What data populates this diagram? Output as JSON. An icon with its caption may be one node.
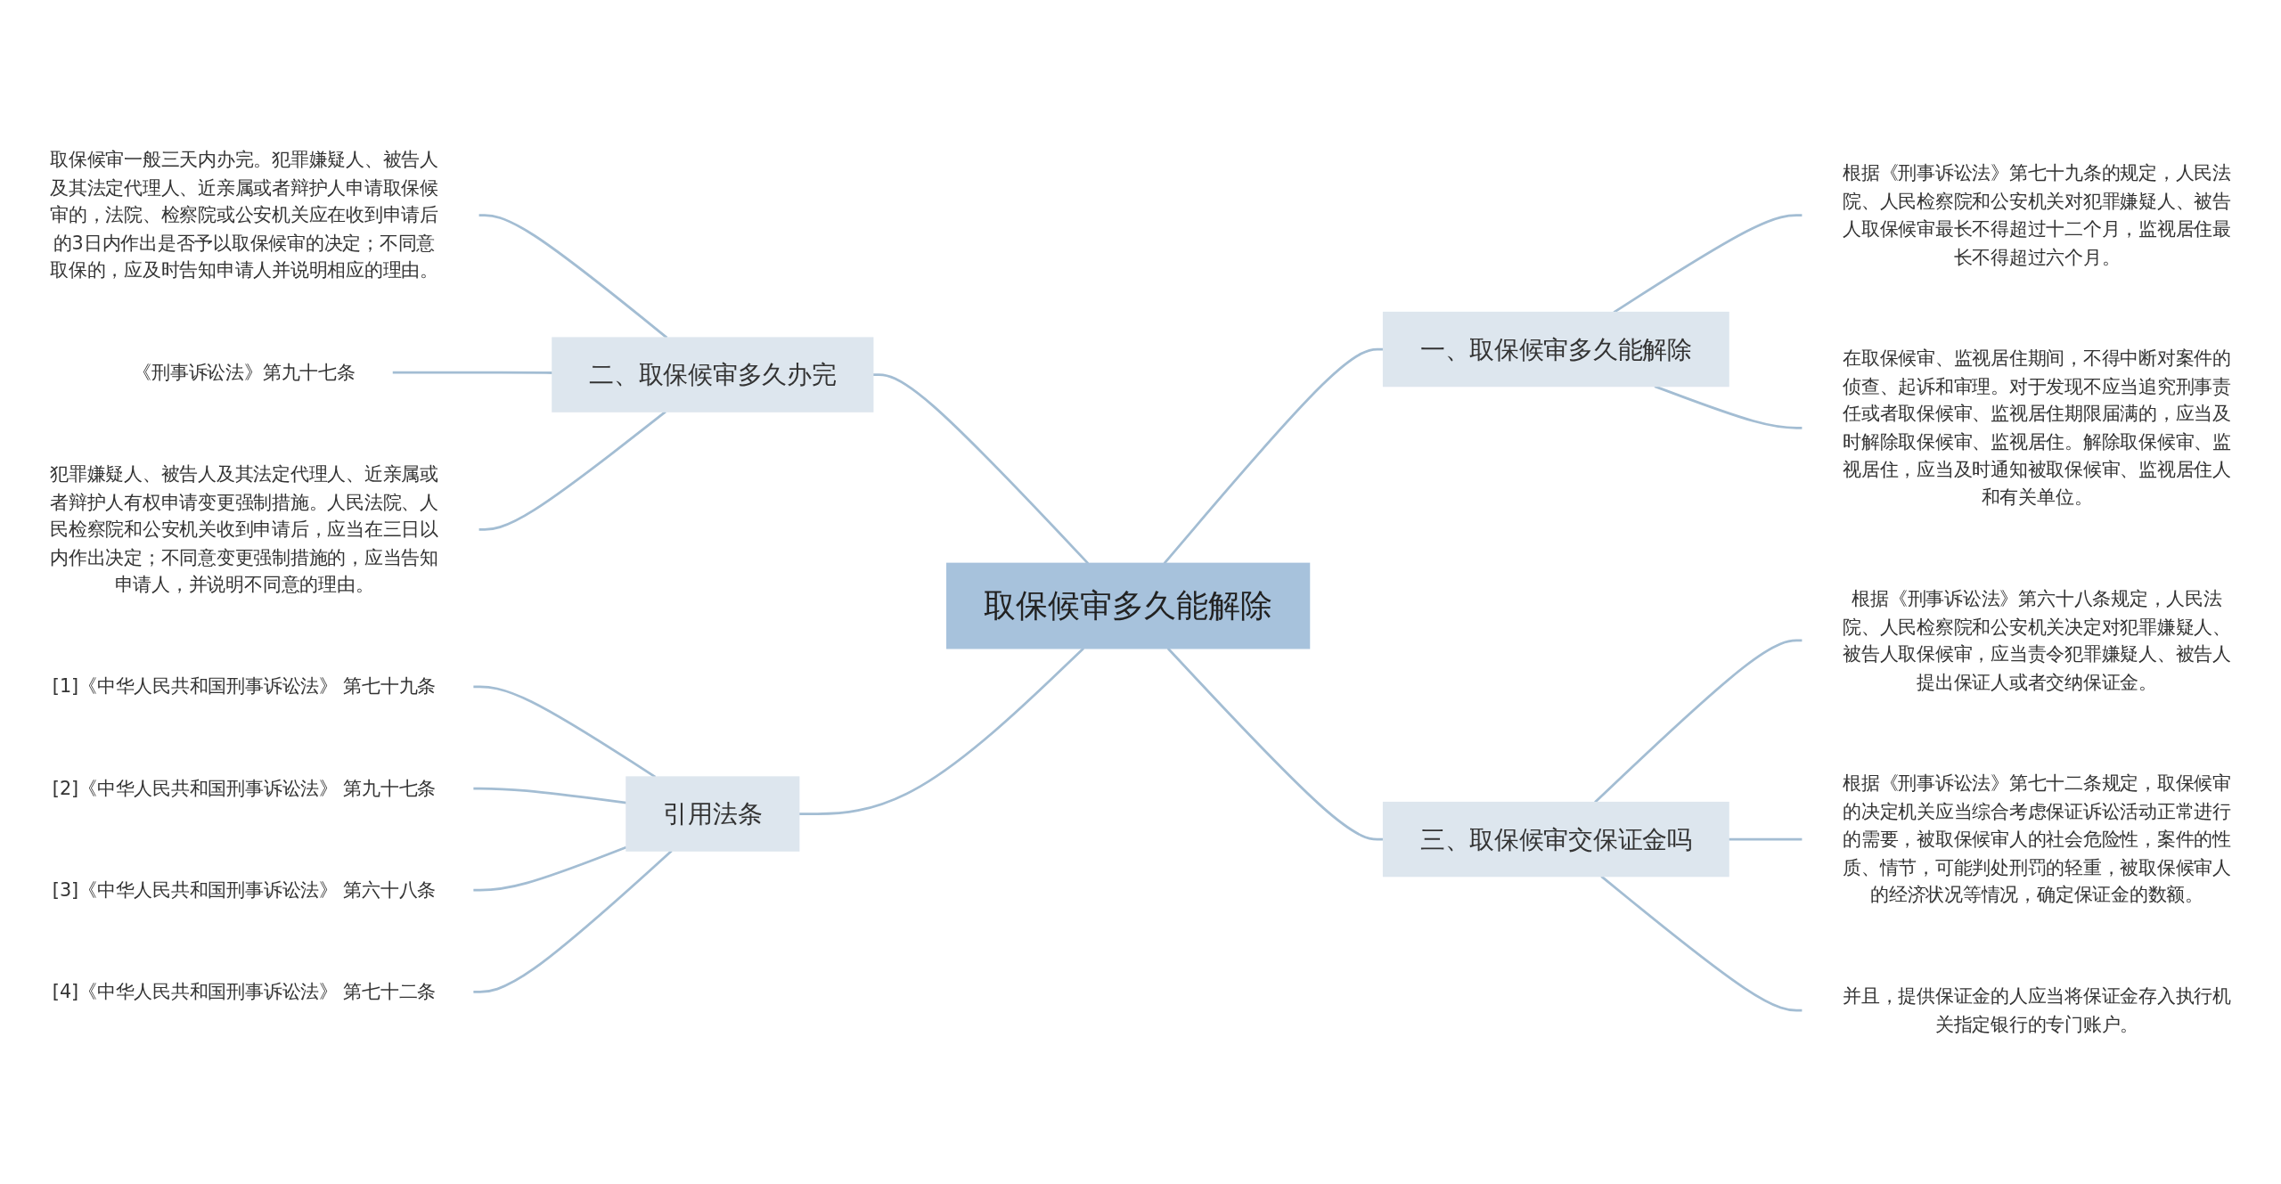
{
  "diagram": {
    "nodes": [
      {
        "text": [
          "取保候审多久能解除"
        ]
      },
      {
        "text": [
          "一、取保候审多久能解除"
        ]
      },
      {
        "text": [
          "根据《刑事诉讼法》第七十九条的规定，人民法院、人民检察院和公安机关对犯罪嫌疑人、被告人取保候审最长不得超过十二个月，监视居住最长不得超过六个月。"
        ]
      },
      {
        "text": [
          "在取保候审、监视居住期间，不得中断对案件的侦查、起诉和审理。对于发现不应当追究刑事责任或者取保候审、监视居住期限届满的，应当及时解除取保候审、监视居住。解除取保候审、监视居住，应当及时通知被取保候审、监视居住人和有关单位。"
        ]
      },
      {
        "text": [
          "二、取保候审多久办完"
        ]
      },
      {
        "text": [
          "取保候审一般三天内办完。犯罪嫌疑人、被告人及其法定代理人、近亲属或者辩护人申请取保候审的，法院、检察院或公安机关应在收到申请后的3日内作出是否予以取保候审的决定；不同意取保的，应及时告知申请人并说明相应的理由。"
        ]
      },
      {
        "text": [
          "《刑事诉讼法》第九十七条"
        ]
      },
      {
        "text": [
          "犯罪嫌疑人、被告人及其法定代理人、近亲属或者辩护人有权申请变更强制措施。人民法院、人民检察院和公安机关收到申请后，应当在三日以内作出决定；不同意变更强制措施的，应当告知申请人，并说明不同意的理由。"
        ]
      },
      {
        "text": [
          "三、取保候审交保证金吗"
        ]
      },
      {
        "text": [
          "根据《刑事诉讼法》第六十八条规定，人民法院、人民检察院和公安机关决定对犯罪嫌疑人、被告人取保候审，应当责令犯罪嫌疑人、被告人提出保证人或者交纳保证金。"
        ]
      },
      {
        "text": [
          "根据《刑事诉讼法》第七十二条规定，取保候审的决定机关应当综合考虑保证诉讼活动正常进行的需要，被取保候审人的社会危险性，案件的性质、情节，可能判处刑罚的轻重，被取保候审人的经济状况等情况，确定保证金的数额。"
        ]
      },
      {
        "text": [
          "并且，提供保证金的人应当将保证金存入执行机关指定银行的专门账户。"
        ]
      },
      {
        "text": [
          "引用法条"
        ]
      },
      {
        "text": [
          "[1]《中华人民共和国刑事诉讼法》 第七十九条"
        ]
      },
      {
        "text": [
          "[2]《中华人民共和国刑事诉讼法》 第九十七条"
        ]
      },
      {
        "text": [
          "[3]《中华人民共和国刑事诉讼法》 第六十八条"
        ]
      },
      {
        "text": [
          "[4]《中华人民共和国刑事诉讼法》 第七十二条"
        ]
      }
    ],
    "edges": [
      {
        "from": 0,
        "to": 1,
        "arrow": "none"
      },
      {
        "from": 1,
        "to": 2,
        "arrow": "none"
      },
      {
        "from": 1,
        "to": 3,
        "arrow": "none"
      },
      {
        "from": 0,
        "to": 4,
        "arrow": "none"
      },
      {
        "from": 4,
        "to": 5,
        "arrow": "none"
      },
      {
        "from": 4,
        "to": 6,
        "arrow": "none"
      },
      {
        "from": 4,
        "to": 7,
        "arrow": "none"
      },
      {
        "from": 0,
        "to": 8,
        "arrow": "none"
      },
      {
        "from": 8,
        "to": 9,
        "arrow": "none"
      },
      {
        "from": 8,
        "to": 10,
        "arrow": "none"
      },
      {
        "from": 8,
        "to": 11,
        "arrow": "none"
      },
      {
        "from": 0,
        "to": 12,
        "arrow": "none"
      },
      {
        "from": 12,
        "to": 13,
        "arrow": "none"
      },
      {
        "from": 12,
        "to": 14,
        "arrow": "none"
      },
      {
        "from": 12,
        "to": 15,
        "arrow": "none"
      },
      {
        "from": 12,
        "to": 16,
        "arrow": "none"
      }
    ]
  }
}
